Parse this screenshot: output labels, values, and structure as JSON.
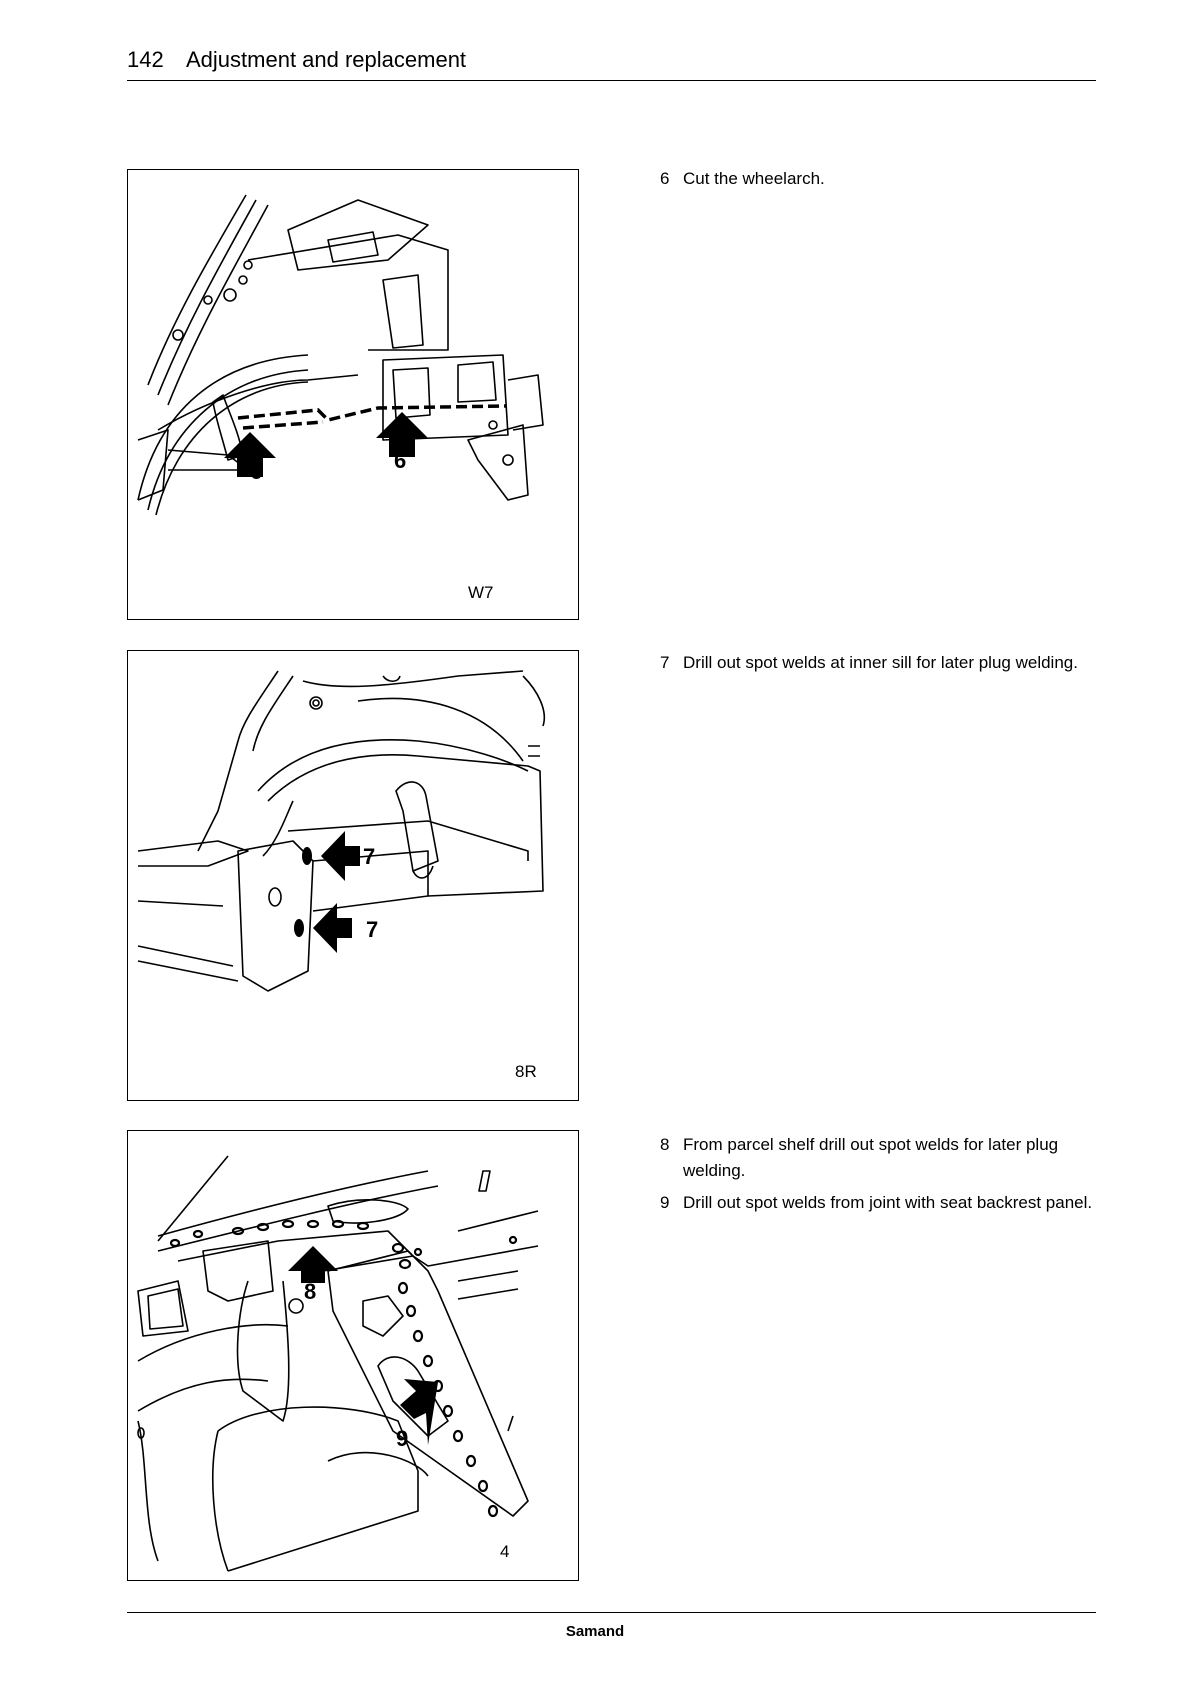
{
  "header": {
    "page_number": "142",
    "title": "Adjustment and replacement"
  },
  "figures": [
    {
      "code": "W7",
      "callouts": [
        "6",
        "6"
      ]
    },
    {
      "code": "8R",
      "callouts": [
        "7",
        "7"
      ]
    },
    {
      "code": "4",
      "callouts": [
        "8",
        "9"
      ]
    }
  ],
  "steps": [
    {
      "number": "6",
      "text": "Cut the wheelarch."
    },
    {
      "number": "7",
      "text": "Drill out spot welds at inner sill for later plug welding."
    },
    {
      "number": "8",
      "text": "From parcel shelf drill out spot welds for later plug welding."
    },
    {
      "number": "9",
      "text": "Drill out spot welds from joint with seat backrest panel."
    }
  ],
  "footer": {
    "brand": "Samand"
  }
}
